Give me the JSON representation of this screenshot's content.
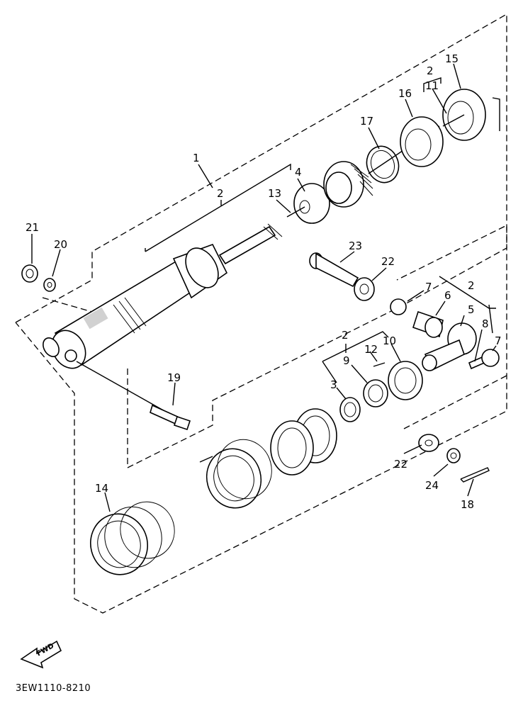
{
  "diagram": {
    "drawing_code": "3EW1110-8210",
    "direction_label": "FWD",
    "callouts": [
      "1",
      "2",
      "2",
      "2",
      "2",
      "3",
      "4",
      "5",
      "6",
      "7",
      "7",
      "8",
      "9",
      "10",
      "11",
      "12",
      "13",
      "14",
      "15",
      "16",
      "17",
      "18",
      "19",
      "20",
      "21",
      "22",
      "22",
      "23",
      "24"
    ]
  }
}
